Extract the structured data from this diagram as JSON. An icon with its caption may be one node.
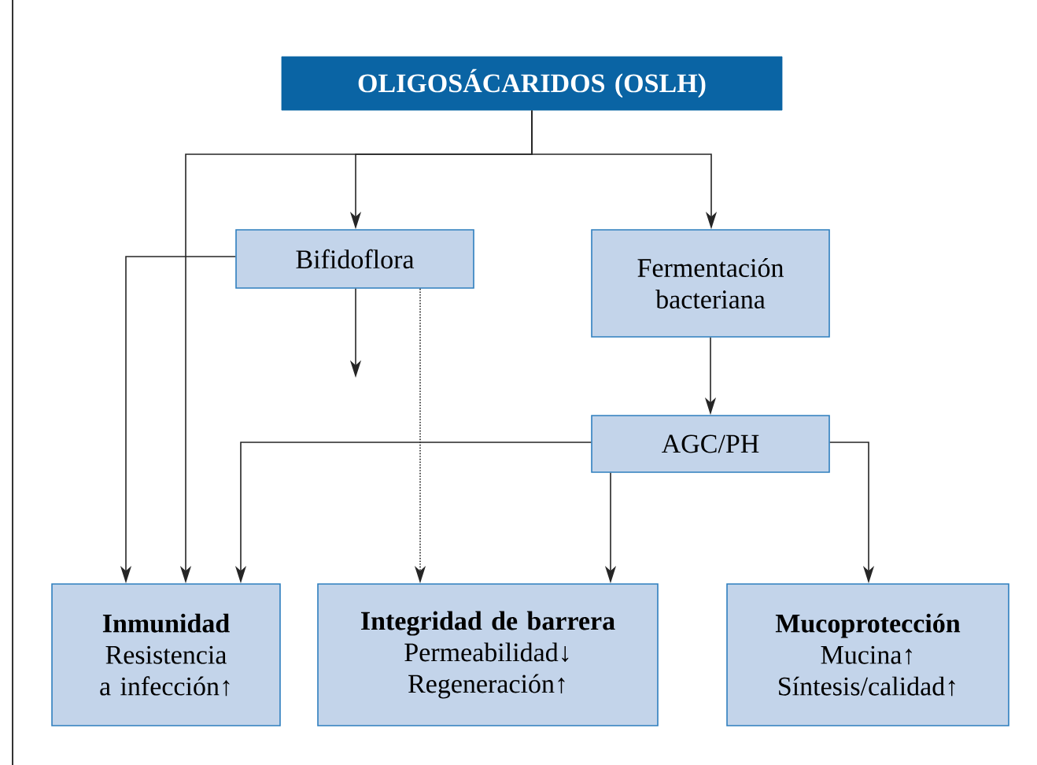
{
  "diagram": {
    "nodes": [
      {
        "text": [
          "OLIGOSÁCARIDOS (OSLH)"
        ]
      },
      {
        "text": [
          "Bifidoflora"
        ]
      },
      {
        "text": [
          "Fermentación bacteriana"
        ]
      },
      {
        "text": [
          "AGC/PH"
        ]
      },
      {
        "text": [
          "Inmunidad",
          "Resistencia a infección↑"
        ]
      },
      {
        "text": [
          "Integridad de barrera",
          "Permeabilidad↓",
          "Regeneración↑"
        ]
      },
      {
        "text": [
          "Mucoprotección",
          "Mucina↑",
          "Síntesis/calidad↑"
        ]
      }
    ],
    "edges": [
      {
        "from": 0,
        "to": 1,
        "arrow": "to"
      },
      {
        "from": 0,
        "to": 2,
        "arrow": "to"
      },
      {
        "from": 0,
        "to": 4,
        "arrow": "to"
      },
      {
        "from": 1,
        "to": 4,
        "arrow": "to"
      },
      {
        "from": 1,
        "to": null,
        "arrow": "to"
      },
      {
        "from": 1,
        "to": 5,
        "arrow": "to",
        "style": "dashed"
      },
      {
        "from": 2,
        "to": 3,
        "arrow": "to"
      },
      {
        "from": 3,
        "to": 4,
        "arrow": "to"
      },
      {
        "from": 3,
        "to": 5,
        "arrow": "to"
      },
      {
        "from": 3,
        "to": 6,
        "arrow": "to"
      }
    ]
  }
}
